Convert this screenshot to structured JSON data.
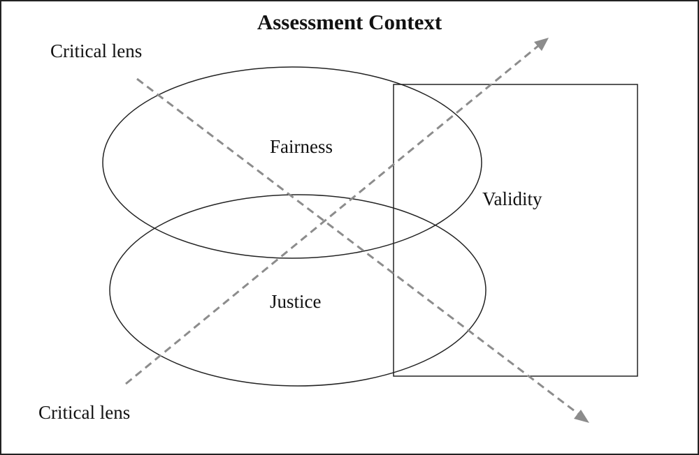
{
  "diagram": {
    "title": "Assessment Context",
    "critical_lens_top": "Critical lens",
    "critical_lens_bottom": "Critical lens",
    "shapes": {
      "fairness_label": "Fairness",
      "justice_label": "Justice",
      "validity_label": "Validity"
    },
    "colors": {
      "outline": "#222222",
      "arrow": "#8c8c8c",
      "text": "#111111"
    }
  }
}
